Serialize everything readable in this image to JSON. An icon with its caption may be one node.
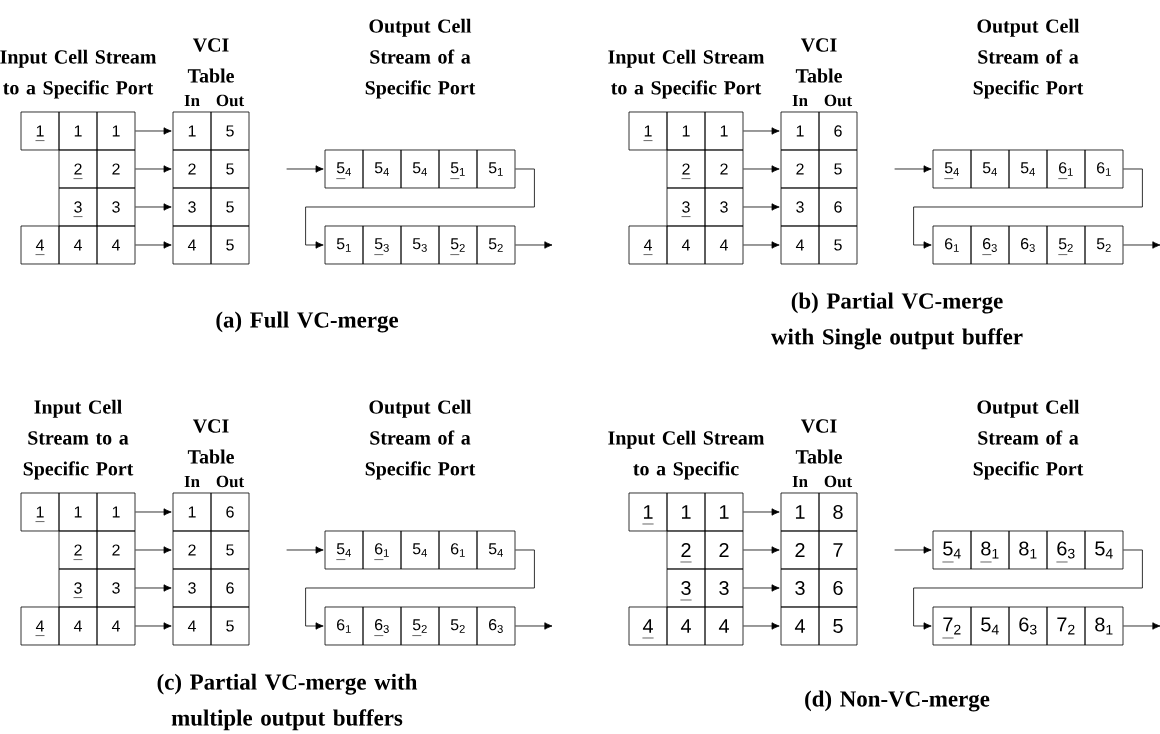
{
  "diagram": {
    "nodes": [
      {
        "text": [
          "1"
        ]
      },
      {
        "text": [
          "1"
        ]
      },
      {
        "text": [
          "1"
        ]
      },
      {
        "text": [
          "2"
        ]
      },
      {
        "text": [
          "2"
        ]
      },
      {
        "text": [
          "3"
        ]
      },
      {
        "text": [
          "3"
        ]
      },
      {
        "text": [
          "4"
        ]
      },
      {
        "text": [
          "4"
        ]
      },
      {
        "text": [
          "4"
        ]
      },
      {
        "text": [
          "1"
        ]
      },
      {
        "text": [
          "5"
        ]
      },
      {
        "text": [
          "2"
        ]
      },
      {
        "text": [
          "5"
        ]
      },
      {
        "text": [
          "3"
        ]
      },
      {
        "text": [
          "5"
        ]
      },
      {
        "text": [
          "4"
        ]
      },
      {
        "text": [
          "5"
        ]
      },
      {
        "text": [
          "5$_{4}$"
        ]
      },
      {
        "text": [
          "5$_{4}$"
        ]
      },
      {
        "text": [
          "5$_{4}$"
        ]
      },
      {
        "text": [
          "5$_{1}$"
        ]
      },
      {
        "text": [
          "5$_{1}$"
        ]
      },
      {
        "text": [
          "5$_{1}$"
        ]
      },
      {
        "text": [
          "5$_{3}$"
        ]
      },
      {
        "text": [
          "5$_{3}$"
        ]
      },
      {
        "text": [
          "5$_{2}$"
        ]
      },
      {
        "text": [
          "5$_{2}$"
        ]
      },
      {
        "text": [
          "1"
        ]
      },
      {
        "text": [
          "1"
        ]
      },
      {
        "text": [
          "1"
        ]
      },
      {
        "text": [
          "2"
        ]
      },
      {
        "text": [
          "2"
        ]
      },
      {
        "text": [
          "3"
        ]
      },
      {
        "text": [
          "3"
        ]
      },
      {
        "text": [
          "4"
        ]
      },
      {
        "text": [
          "4"
        ]
      },
      {
        "text": [
          "4"
        ]
      },
      {
        "text": [
          "1"
        ]
      },
      {
        "text": [
          "6"
        ]
      },
      {
        "text": [
          "2"
        ]
      },
      {
        "text": [
          "5"
        ]
      },
      {
        "text": [
          "3"
        ]
      },
      {
        "text": [
          "6"
        ]
      },
      {
        "text": [
          "4"
        ]
      },
      {
        "text": [
          "5"
        ]
      },
      {
        "text": [
          "5$_{4}$"
        ]
      },
      {
        "text": [
          "5$_{4}$"
        ]
      },
      {
        "text": [
          "5$_{4}$"
        ]
      },
      {
        "text": [
          "6$_{1}$"
        ]
      },
      {
        "text": [
          "6$_{1}$"
        ]
      },
      {
        "text": [
          "6$_{1}$"
        ]
      },
      {
        "text": [
          "6$_{3}$"
        ]
      },
      {
        "text": [
          "6$_{3}$"
        ]
      },
      {
        "text": [
          "5$_{2}$"
        ]
      },
      {
        "text": [
          "5$_{2}$"
        ]
      },
      {
        "text": [
          "1"
        ]
      },
      {
        "text": [
          "1"
        ]
      },
      {
        "text": [
          "1"
        ]
      },
      {
        "text": [
          "2"
        ]
      },
      {
        "text": [
          "2"
        ]
      },
      {
        "text": [
          "3"
        ]
      },
      {
        "text": [
          "3"
        ]
      },
      {
        "text": [
          "4"
        ]
      },
      {
        "text": [
          "4"
        ]
      },
      {
        "text": [
          "4"
        ]
      },
      {
        "text": [
          "1"
        ]
      },
      {
        "text": [
          "6"
        ]
      },
      {
        "text": [
          "2"
        ]
      },
      {
        "text": [
          "5"
        ]
      },
      {
        "text": [
          "3"
        ]
      },
      {
        "text": [
          "6"
        ]
      },
      {
        "text": [
          "4"
        ]
      },
      {
        "text": [
          "5"
        ]
      },
      {
        "text": [
          "5$_{4}$"
        ]
      },
      {
        "text": [
          "6$_{1}$"
        ]
      },
      {
        "text": [
          "5$_{4}$"
        ]
      },
      {
        "text": [
          "6$_{1}$"
        ]
      },
      {
        "text": [
          "5$_{4}$"
        ]
      },
      {
        "text": [
          "6$_{1}$"
        ]
      },
      {
        "text": [
          "6$_{3}$"
        ]
      },
      {
        "text": [
          "5$_{2}$"
        ]
      },
      {
        "text": [
          "5$_{2}$"
        ]
      },
      {
        "text": [
          "6$_{3}$"
        ]
      },
      {
        "text": [
          "1"
        ]
      },
      {
        "text": [
          "1"
        ]
      },
      {
        "text": [
          "1"
        ]
      },
      {
        "text": [
          "2"
        ]
      },
      {
        "text": [
          "2"
        ]
      },
      {
        "text": [
          "3"
        ]
      },
      {
        "text": [
          "3"
        ]
      },
      {
        "text": [
          "4"
        ]
      },
      {
        "text": [
          "4"
        ]
      },
      {
        "text": [
          "4"
        ]
      },
      {
        "text": [
          "1"
        ]
      },
      {
        "text": [
          "8"
        ]
      },
      {
        "text": [
          "2"
        ]
      },
      {
        "text": [
          "7"
        ]
      },
      {
        "text": [
          "3"
        ]
      },
      {
        "text": [
          "6"
        ]
      },
      {
        "text": [
          "4"
        ]
      },
      {
        "text": [
          "5"
        ]
      },
      {
        "text": [
          "5$_{4}$"
        ]
      },
      {
        "text": [
          "8$_{1}$"
        ]
      },
      {
        "text": [
          "8$_{1}$"
        ]
      },
      {
        "text": [
          "6$_{3}$"
        ]
      },
      {
        "text": [
          "5$_{4}$"
        ]
      },
      {
        "text": [
          "7$_{2}$"
        ]
      },
      {
        "text": [
          "5$_{4}$"
        ]
      },
      {
        "text": [
          "6$_{3}$"
        ]
      },
      {
        "text": [
          "7$_{2}$"
        ]
      },
      {
        "text": [
          "8$_{1}$"
        ]
      }
    ],
    "edges": [
      {
        "from": 2,
        "to": 10,
        "arrow": "to"
      },
      {
        "from": 4,
        "to": 12,
        "arrow": "to"
      },
      {
        "from": 6,
        "to": 14,
        "arrow": "to"
      },
      {
        "from": 9,
        "to": 16,
        "arrow": "to"
      },
      {
        "from": null,
        "to": 18,
        "arrow": "to"
      },
      {
        "from": 22,
        "to": 23,
        "arrow": "to"
      },
      {
        "from": 27,
        "to": null,
        "arrow": "to"
      },
      {
        "from": 30,
        "to": 38,
        "arrow": "to"
      },
      {
        "from": 32,
        "to": 40,
        "arrow": "to"
      },
      {
        "from": 34,
        "to": 42,
        "arrow": "to"
      },
      {
        "from": 37,
        "to": 44,
        "arrow": "to"
      },
      {
        "from": null,
        "to": 46,
        "arrow": "to"
      },
      {
        "from": 50,
        "to": 51,
        "arrow": "to"
      },
      {
        "from": 55,
        "to": null,
        "arrow": "to"
      },
      {
        "from": 58,
        "to": 66,
        "arrow": "to"
      },
      {
        "from": 60,
        "to": 68,
        "arrow": "to"
      },
      {
        "from": 62,
        "to": 70,
        "arrow": "to"
      },
      {
        "from": 65,
        "to": 72,
        "arrow": "to"
      },
      {
        "from": null,
        "to": 74,
        "arrow": "to"
      },
      {
        "from": 78,
        "to": 79,
        "arrow": "to"
      },
      {
        "from": 83,
        "to": null,
        "arrow": "to"
      },
      {
        "from": 86,
        "to": 94,
        "arrow": "to"
      },
      {
        "from": 88,
        "to": 96,
        "arrow": "to"
      },
      {
        "from": 90,
        "to": 98,
        "arrow": "to"
      },
      {
        "from": 93,
        "to": 100,
        "arrow": "to"
      },
      {
        "from": null,
        "to": 102,
        "arrow": "to"
      },
      {
        "from": 106,
        "to": 107,
        "arrow": "to"
      },
      {
        "from": 111,
        "to": null,
        "arrow": "to"
      }
    ],
    "labels": [
      "Input Cell Stream to a Specific Port",
      "VCI Table",
      "In",
      "Out",
      "Output Cell Stream of a Specific Port",
      "(a) Full VC-merge",
      "Input Cell Stream to a Specific Port",
      "VCI Table",
      "In",
      "Out",
      "Output Cell Stream of a Specific Port",
      "(b) Partial VC-merge with Single output buffer",
      "Input Cell Stream to a Specific Port",
      "VCI Table",
      "In",
      "Out",
      "Output Cell Stream of a Specific Port",
      "(c) Partial VC-merge with multiple output buffers",
      "Input Cell Stream to a Specific",
      "VCI Table",
      "In",
      "Out",
      "Output Cell Stream of a Specific Port",
      "(d) Non-VC-merge"
    ]
  }
}
